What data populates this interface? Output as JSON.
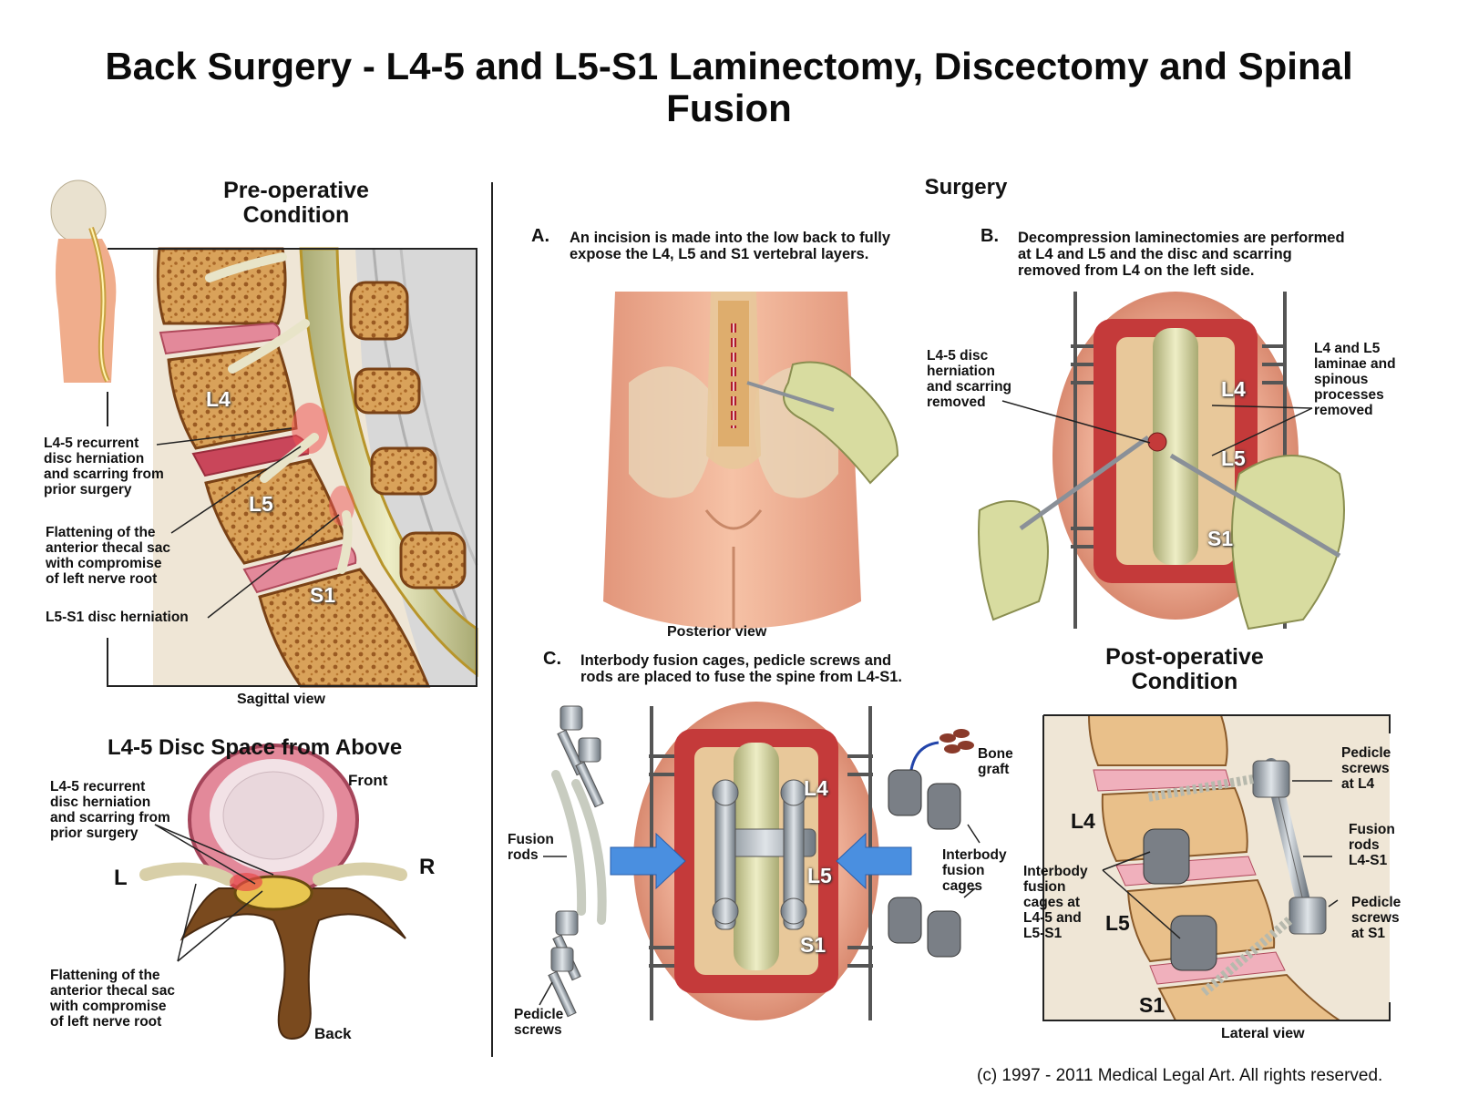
{
  "title": {
    "line1": "Back Surgery - L4-5 and L5-S1 Laminectomy, Discectomy and Spinal",
    "line2": "Fusion"
  },
  "preop": {
    "heading_line1": "Pre-operative",
    "heading_line2": "Condition",
    "labels": {
      "l4": "L4",
      "l5": "L5",
      "s1": "S1",
      "herniation": [
        "L4-5 recurrent",
        "disc herniation",
        "and scarring from",
        "prior surgery"
      ],
      "flattening": [
        "Flattening of the",
        "anterior thecal sac",
        "with compromise",
        "of left nerve root"
      ],
      "l5s1": "L5-S1 disc herniation"
    },
    "caption": "Sagittal view"
  },
  "disc_space": {
    "heading": "L4-5 Disc Space from Above",
    "front": "Front",
    "back": "Back",
    "left": "L",
    "right": "R",
    "herniation": [
      "L4-5 recurrent",
      "disc herniation",
      "and scarring from",
      "prior surgery"
    ],
    "flattening": [
      "Flattening of the",
      "anterior thecal sac",
      "with compromise",
      "of left nerve root"
    ]
  },
  "surgery": {
    "heading": "Surgery",
    "step_a": {
      "letter": "A.",
      "text": [
        "An incision is made into the low back to fully",
        "expose the L4, L5 and S1 vertebral layers."
      ],
      "caption": "Posterior view"
    },
    "step_b": {
      "letter": "B.",
      "text": [
        "Decompression laminectomies are performed",
        "at L4 and L5 and the disc and scarring",
        "removed from L4 on the left side."
      ],
      "disc_label": [
        "L4-5 disc",
        "herniation",
        "and scarring",
        "removed"
      ],
      "laminae_label": [
        "L4 and L5",
        "laminae and",
        "spinous",
        "processes",
        "removed"
      ],
      "l4": "L4",
      "l5": "L5",
      "s1": "S1"
    },
    "step_c": {
      "letter": "C.",
      "text": [
        "Interbody fusion cages, pedicle screws and",
        "rods are placed to fuse the spine from L4-S1."
      ],
      "fusion_rods": [
        "Fusion",
        "rods"
      ],
      "pedicle_screws": [
        "Pedicle",
        "screws"
      ],
      "bone_graft": [
        "Bone",
        "graft"
      ],
      "cages": [
        "Interbody",
        "fusion",
        "cages"
      ],
      "l4": "L4",
      "l5": "L5",
      "s1": "S1"
    }
  },
  "postop": {
    "heading_line1": "Post-operative",
    "heading_line2": "Condition",
    "l4": "L4",
    "l5": "L5",
    "s1": "S1",
    "screws_l4": [
      "Pedicle",
      "screws",
      "at L4"
    ],
    "rods": [
      "Fusion",
      "rods",
      "L4-S1"
    ],
    "screws_s1": [
      "Pedicle",
      "screws",
      "at S1"
    ],
    "cages": [
      "Interbody",
      "fusion",
      "cages at",
      "L4-5 and",
      "L5-S1"
    ],
    "caption": "Lateral view"
  },
  "copyright": "(c) 1997 - 2011 Medical Legal Art. All rights reserved.",
  "colors": {
    "bone": "#d9a25a",
    "bone_dark": "#8a4e1e",
    "disc": "#e3899a",
    "skin": "#f0b79d",
    "muscle": "#c43a3a",
    "cord": "#d8d9a8",
    "glove": "#d8dca0",
    "metal": "#9aa3ab",
    "arrow_blue": "#4a8fe0"
  }
}
